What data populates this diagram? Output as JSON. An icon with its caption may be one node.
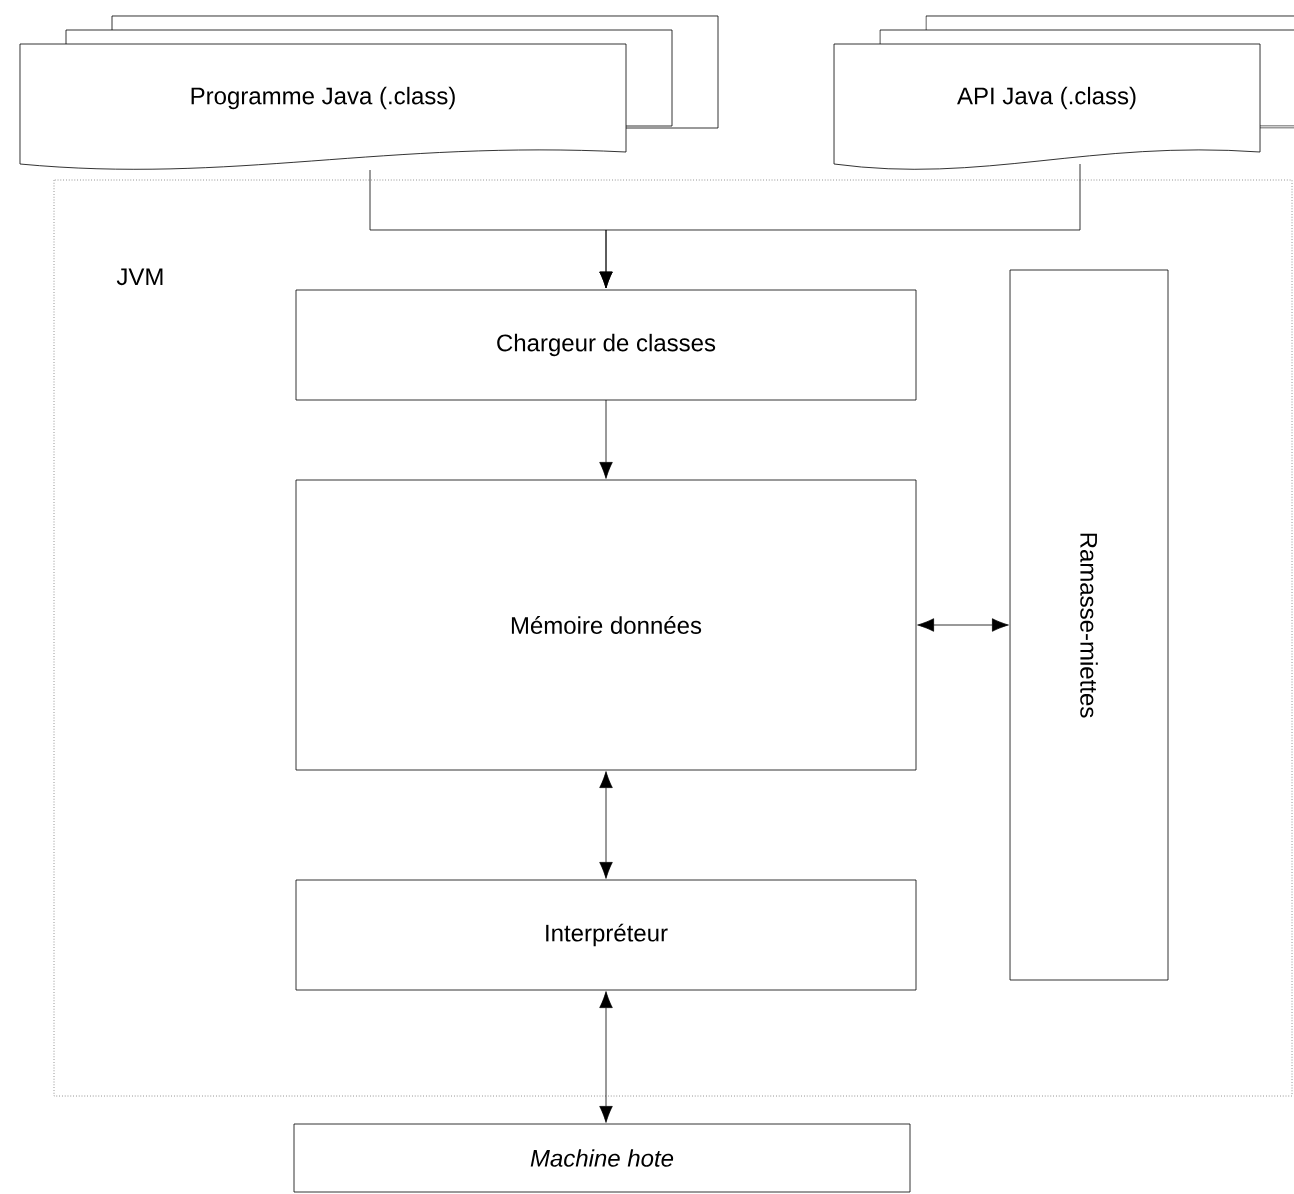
{
  "diagram": {
    "nodes": [
      {
        "text": [
          "Programme Java (.class)"
        ]
      },
      {
        "text": [
          "API Java (.class)"
        ]
      },
      {
        "text": [
          "JVM"
        ]
      },
      {
        "text": [
          "Chargeur de classes"
        ],
        "in": 2
      },
      {
        "text": [
          "Mémoire données"
        ],
        "in": 2
      },
      {
        "text": [
          "Ramasse-miettes"
        ],
        "in": 2
      },
      {
        "text": [
          "Interpréteur"
        ],
        "in": 2
      },
      {
        "text": [
          "Machine hote"
        ]
      }
    ],
    "edges": [
      {
        "from": 0,
        "to": 3,
        "arrow": "to"
      },
      {
        "from": 1,
        "to": 3,
        "arrow": "to"
      },
      {
        "from": 3,
        "to": 4,
        "arrow": "to"
      },
      {
        "from": 4,
        "to": 5,
        "arrow": "both"
      },
      {
        "from": 4,
        "to": 6,
        "arrow": "both"
      },
      {
        "from": 6,
        "to": 7,
        "arrow": "both"
      }
    ]
  }
}
